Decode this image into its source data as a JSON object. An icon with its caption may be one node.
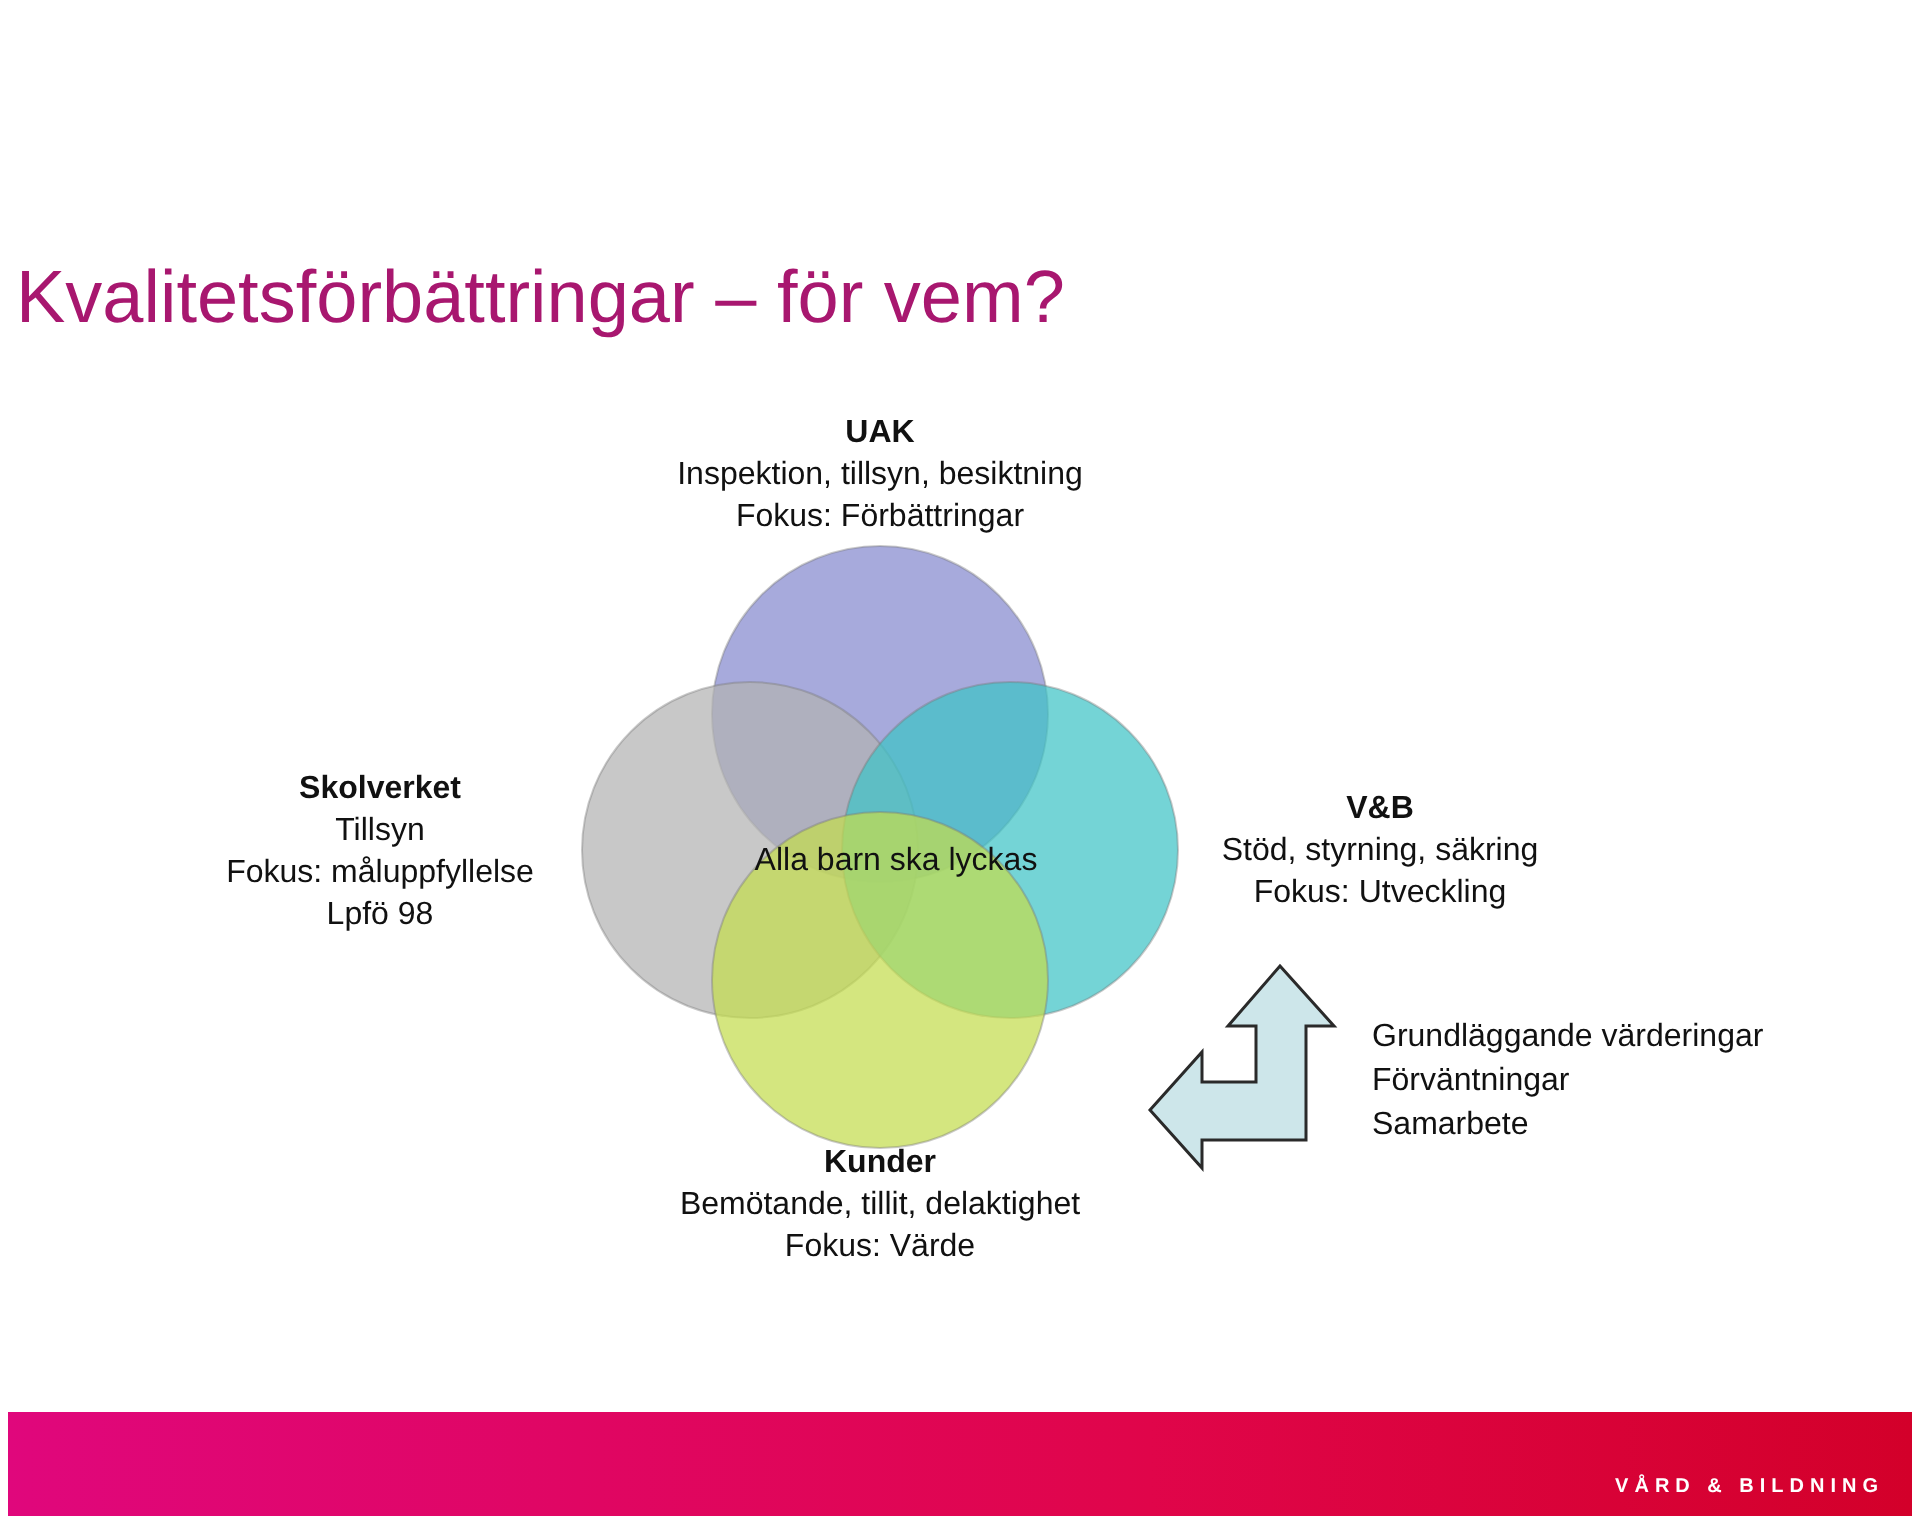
{
  "diagram": {
    "title": "Kvalitetsförbättringar – för vem?",
    "nodes": [
      {
        "text": [
          "UAK",
          "Inspektion, tillsyn, besiktning",
          "Fokus: Förbättringar"
        ]
      },
      {
        "text": [
          "Skolverket",
          "Tillsyn",
          "Fokus: måluppfyllelse",
          "Lpfö 98"
        ]
      },
      {
        "text": [
          "V&B",
          "Stöd, styrning, säkring",
          "Fokus: Utveckling"
        ]
      },
      {
        "text": [
          "Kunder",
          "Bemötande, tillit, delaktighet",
          "Fokus: Värde"
        ]
      }
    ],
    "edges": [],
    "labels": [
      "Alla barn ska lyckas",
      "Grundläggande värderingar",
      "Förväntningar",
      "Samarbete",
      "VÅRD & BILDNING"
    ]
  }
}
